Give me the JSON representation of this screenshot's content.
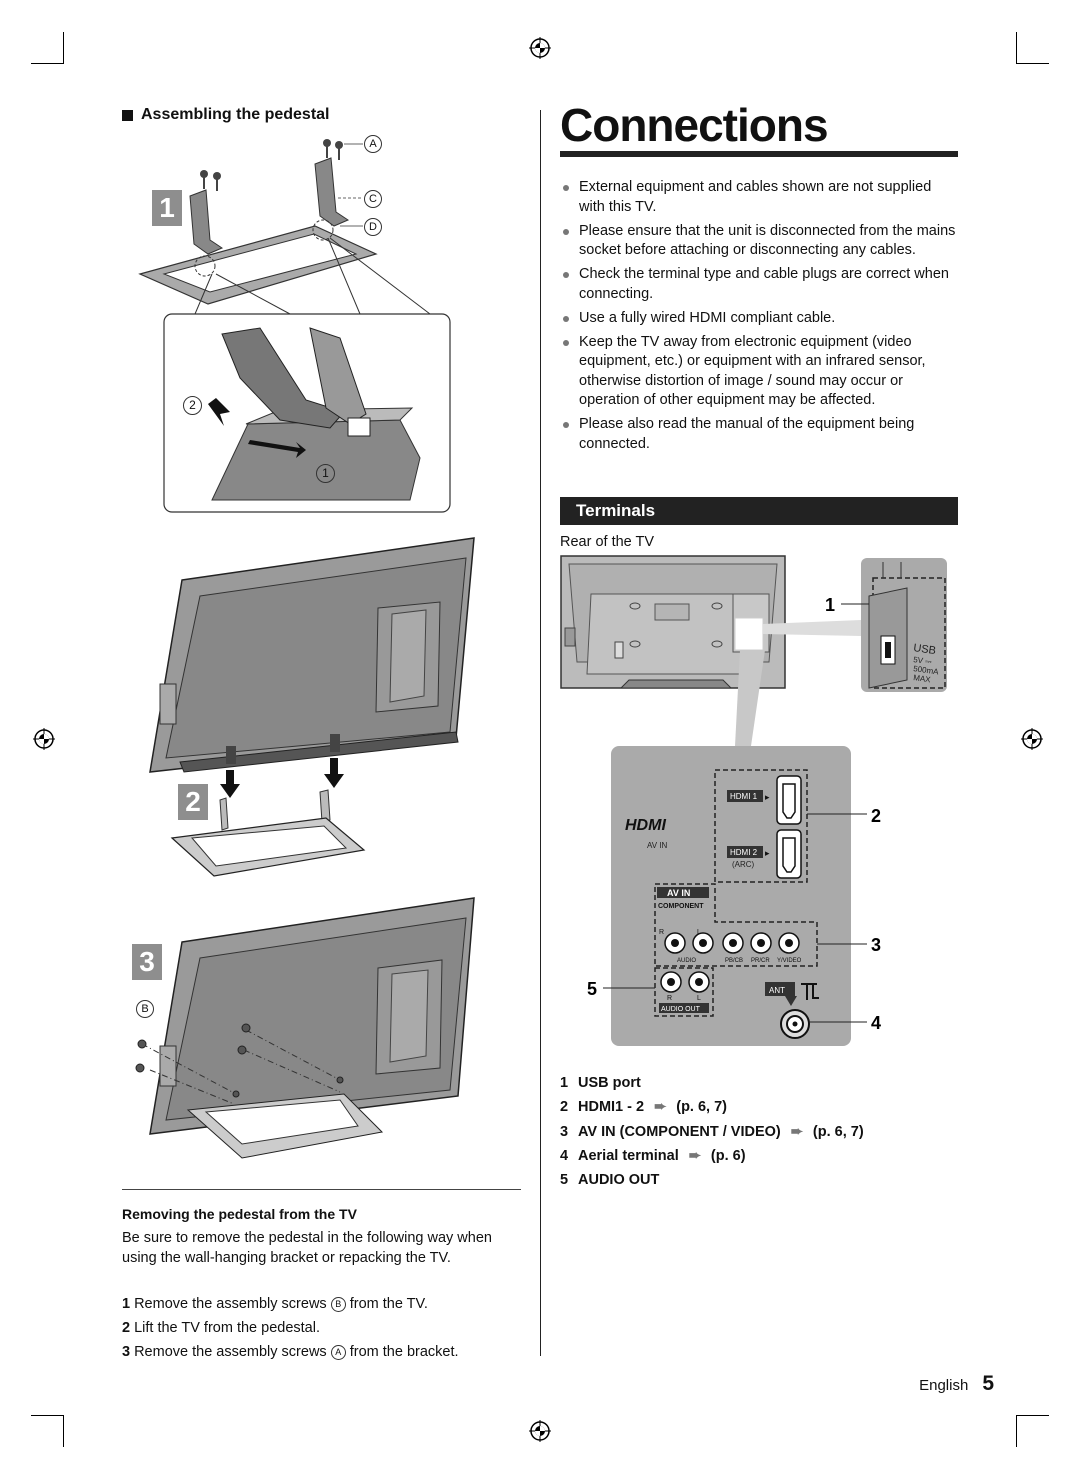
{
  "left": {
    "section_title": "Assembling the pedestal",
    "callouts": {
      "a": "A",
      "b": "B",
      "c": "C",
      "d": "D",
      "n1": "1",
      "n2": "2"
    },
    "steps": [
      "1",
      "2",
      "3"
    ],
    "removing": {
      "heading": "Removing the pedestal from the TV",
      "body": "Be sure to remove the pedestal in the following way when using the wall-hanging bracket or repacking the TV.",
      "items": [
        {
          "num": "1",
          "pre": "Remove the assembly screws ",
          "mark": "B",
          "post": " from the TV."
        },
        {
          "num": "2",
          "pre": "Lift the TV from the pedestal.",
          "mark": "",
          "post": ""
        },
        {
          "num": "3",
          "pre": "Remove the assembly screws ",
          "mark": "A",
          "post": " from the bracket."
        }
      ]
    }
  },
  "right": {
    "title": "Connections",
    "bullets": [
      "External equipment and cables shown are not supplied with this TV.",
      "Please ensure that the unit is disconnected from the mains socket before attaching or disconnecting any cables.",
      "Check the terminal type and cable plugs are correct when connecting.",
      "Use a fully wired HDMI compliant cable.",
      "Keep the TV away from electronic equipment (video equipment, etc.) or equipment with an infrared sensor, otherwise distortion of image / sound may occur or operation of other equipment may be affected.",
      "Please also read the manual of the equipment being connected."
    ],
    "terminals_heading": "Terminals",
    "rear_label": "Rear of the TV",
    "diagram": {
      "callouts": [
        "1",
        "2",
        "3",
        "4",
        "5"
      ],
      "usb": "USB",
      "usb_spec": [
        "5V ⎓",
        "500mA",
        "MAX"
      ],
      "hdmi_logo": "HDMI",
      "av_in": "AV IN",
      "hdmi1": "HDMI 1",
      "hdmi2": "HDMI 2",
      "arc": "(ARC)",
      "av_in_box": "AV IN",
      "component": "COMPONENT",
      "r": "R",
      "l": "L",
      "audio": "AUDIO",
      "pb": "PB/CB",
      "pr": "PR/CR",
      "yvideo": "Y/VIDEO",
      "audio_out": "AUDIO OUT",
      "ant": "ANT"
    },
    "legend": [
      {
        "num": "1",
        "text": "USB port",
        "ref": ""
      },
      {
        "num": "2",
        "text": "HDMI1 - 2",
        "ref": "(p. 6, 7)"
      },
      {
        "num": "3",
        "text": "AV IN (COMPONENT / VIDEO)",
        "ref": "(p. 6, 7)"
      },
      {
        "num": "4",
        "text": "Aerial terminal",
        "ref": "(p. 6)"
      },
      {
        "num": "5",
        "text": "AUDIO OUT",
        "ref": ""
      }
    ]
  },
  "footer": {
    "language": "English",
    "page": "5"
  }
}
